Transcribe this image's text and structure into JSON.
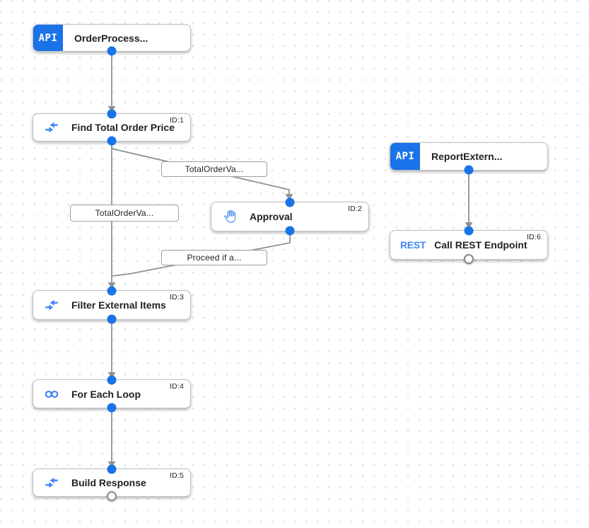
{
  "colors": {
    "accent_blue": "#1a73e8",
    "icon_blue": "#4285f4",
    "edge_gray": "#8d9297",
    "node_border": "#bdc1c6",
    "label_border": "#9aa0a6",
    "text_dark": "#202124",
    "grid_dot": "#dcdee1"
  },
  "nodes": {
    "trigger_order": {
      "badge": "API",
      "title": "OrderProcess..."
    },
    "find_total_order_price": {
      "title": "Find Total Order Price",
      "id_tag": "ID:1",
      "icon": "data-mapping-icon"
    },
    "approval": {
      "title": "Approval",
      "id_tag": "ID:2",
      "icon": "hand-icon"
    },
    "filter_external_items": {
      "title": "Filter External Items",
      "id_tag": "ID:3",
      "icon": "data-mapping-icon"
    },
    "for_each_loop": {
      "title": "For Each Loop",
      "id_tag": "ID:4",
      "icon": "infinity-icon"
    },
    "build_response": {
      "title": "Build Response",
      "id_tag": "ID:5",
      "icon": "data-mapping-icon"
    },
    "trigger_report": {
      "badge": "API",
      "title": "ReportExtern..."
    },
    "call_rest_endpoint": {
      "title": "Call REST Endpoint",
      "id_tag": "ID:6",
      "icon": "rest-icon",
      "icon_text": "REST"
    }
  },
  "edge_labels": {
    "total_order_to_approval": "TotalOrderVa...",
    "total_order_to_filter": "TotalOrderVa...",
    "proceed_condition": "Proceed if a..."
  }
}
